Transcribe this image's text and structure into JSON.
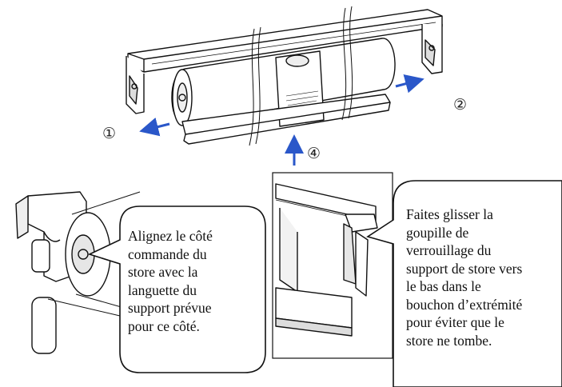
{
  "step_labels": {
    "step1": "①",
    "step2": "②",
    "step4": "④"
  },
  "left_callout": {
    "text": "Alignez le côté\ncommande du\nstore avec la\nlanguette du\nsupport prévue\npour ce côté."
  },
  "right_callout": {
    "text": "Faites glisser la\ngoupille de\nverrouillage du\nsupport de store vers\nle bas dans le\nbouchon d’extrémité\npour éviter que le\nstore ne tombe."
  },
  "colors": {
    "arrow": "#2a57c9",
    "line": "#111111",
    "background": "#ffffff"
  }
}
